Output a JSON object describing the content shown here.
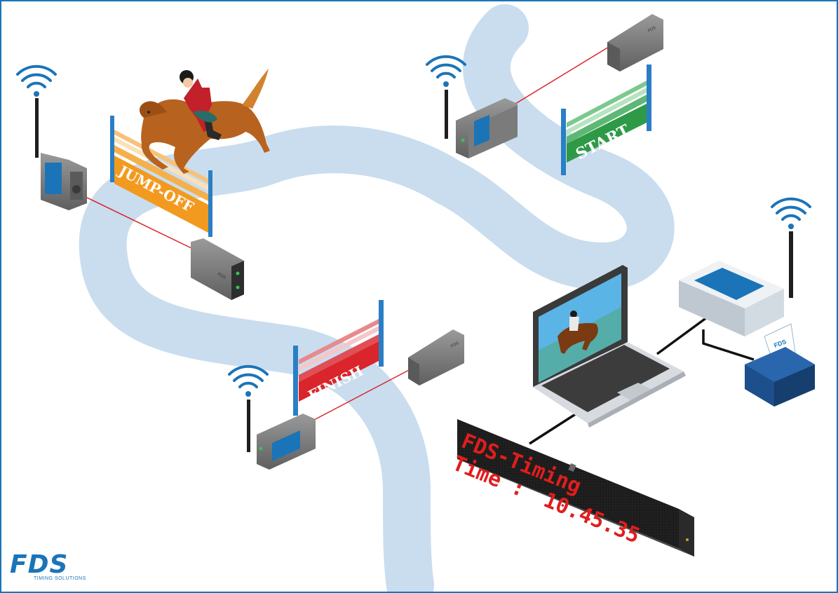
{
  "gates": {
    "start_label": "START",
    "finish_label": "FINISH",
    "jumpoff_label": "JUMP-OFF"
  },
  "device_brand": "FDS",
  "display_board": {
    "line1": "FDS-Timing",
    "line2": "Time :",
    "time_value": "10.45.35"
  },
  "logo": {
    "brand": "FDS",
    "tagline": "TIMING SOLUTIONS"
  },
  "colors": {
    "border": "#1b74b8",
    "track": "#c9ddef",
    "start_gate": "#2e9a47",
    "finish_gate": "#d9252b",
    "jumpoff_gate": "#f29a1f",
    "led_text": "#e11d1d",
    "beam": "#d9252b"
  },
  "icons": [
    "wifi-icon",
    "antenna-icon",
    "horse-rider-icon",
    "laptop-icon",
    "printer-icon"
  ]
}
